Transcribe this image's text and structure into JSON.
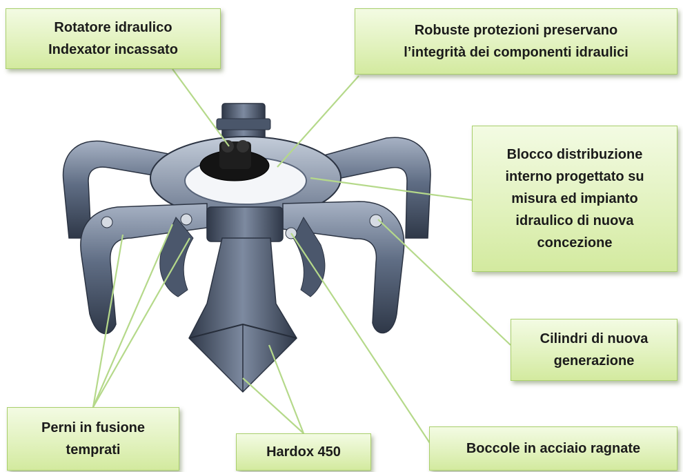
{
  "callouts": {
    "rotator": "Rotatore idraulico\nIndexator incassato",
    "protections": "Robuste protezioni preservano\nl’integrità dei componenti idraulici",
    "distribution_block": "Blocco distribuzione\ninterno progettato su\nmisura ed impianto\nidraulico di nuova\nconcezione",
    "cylinders": "Cilindri di nuova\ngenerazione",
    "pins": "Perni in fusione\ntemprati",
    "hardox": "Hardox 450",
    "bushings": "Boccole in acciaio  ragnate"
  },
  "colors": {
    "callout_fill": "#e2f2bf",
    "callout_border": "#a9cf6c",
    "leader_line": "#b5d98a",
    "steel_dark": "#3a4557",
    "steel_mid": "#5c6a80",
    "steel_light": "#9aa6b8"
  }
}
